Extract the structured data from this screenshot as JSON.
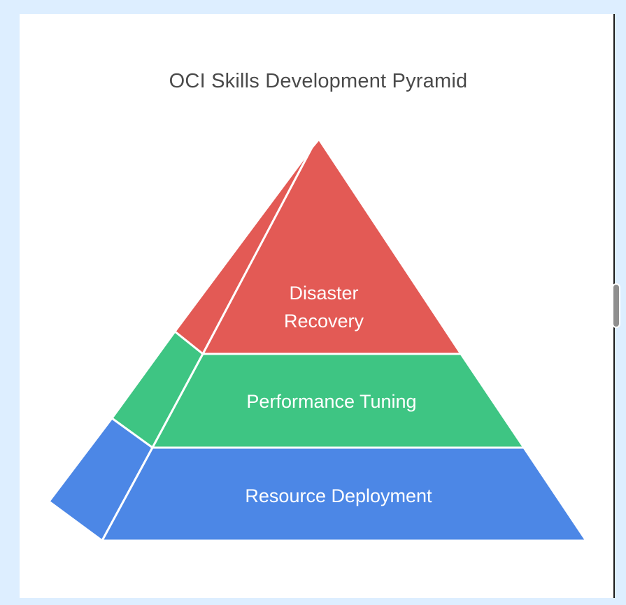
{
  "diagram": {
    "title": "OCI Skills Development Pyramid",
    "levels": [
      {
        "label_lines": [
          "Disaster",
          "Recovery"
        ],
        "color": "#e35a55"
      },
      {
        "label_lines": [
          "Performance Tuning"
        ],
        "color": "#3ec583"
      },
      {
        "label_lines": [
          "Resource Deployment"
        ],
        "color": "#4c87e6"
      }
    ]
  }
}
